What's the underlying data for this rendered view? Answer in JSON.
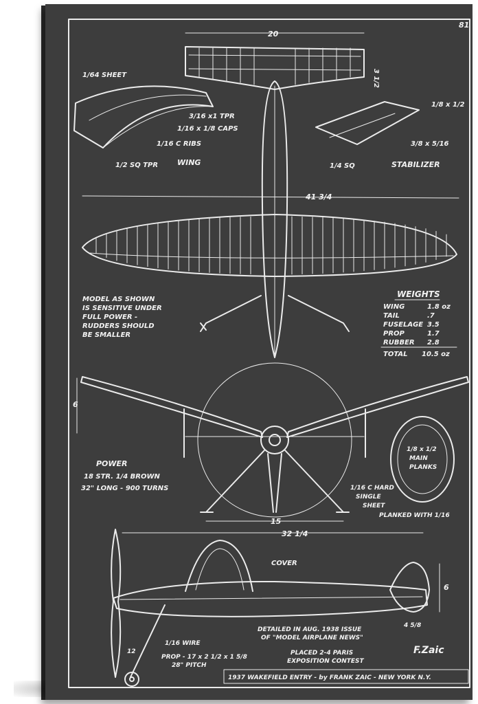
{
  "page_number": "81",
  "dims": {
    "span": "20",
    "stab_chord": "3 1/2",
    "wing_span": "41 3/4",
    "dihedral": "6",
    "tail_span": "15",
    "fuselage_len": "32 1/4",
    "fin_height": "6",
    "fin_chord": "4 5/8"
  },
  "wing_detail": {
    "sheet": "1/64 SHEET",
    "tpr": "3/16 x1 TPR",
    "caps": "1/16 x 1/8 CAPS",
    "ribs": "1/16 C RIBS",
    "sq_tpr": "1/2 SQ TPR",
    "title": "WING"
  },
  "stab_detail": {
    "top": "1/8 x 1/2",
    "mid": "3/8 x 5/16",
    "sq": "1/4 SQ",
    "title": "STABILIZER"
  },
  "note": [
    "MODEL AS SHOWN",
    "IS SENSITIVE UNDER",
    "FULL POWER -",
    "RUDDERS SHOULD",
    "BE SMALLER"
  ],
  "weights": {
    "title": "WEIGHTS",
    "rows": [
      {
        "label": "WING",
        "value": "1.8 oz"
      },
      {
        "label": "TAIL",
        "value": ".7"
      },
      {
        "label": "FUSELAGE",
        "value": "3.5"
      },
      {
        "label": "PROP",
        "value": "1.7"
      },
      {
        "label": "RUBBER",
        "value": "2.8"
      }
    ],
    "total_label": "TOTAL",
    "total_value": "10.5 oz"
  },
  "power": [
    "POWER",
    "18 STR. 1/4 BROWN",
    "32\" LONG - 900 TURNS"
  ],
  "section": {
    "main_planks": [
      "1/8 x 1/2",
      "MAIN",
      "PLANKS"
    ],
    "hard": [
      "1/16 C HARD",
      "SINGLE",
      "SHEET"
    ],
    "planked": "PLANKED WITH 1/16"
  },
  "cover": "COVER",
  "detailed": [
    "DETAILED IN AUG. 1938 ISSUE",
    "OF \"MODEL AIRPLANE NEWS\""
  ],
  "placed": [
    "PLACED 2-4 PARIS",
    "EXPOSITION CONTEST"
  ],
  "wire": "1/16 WIRE",
  "prop": [
    "PROP - 17 x 2 1/2 x 1 5/8",
    "28\" PITCH"
  ],
  "prop_num": "12",
  "signature": "F.Zaic",
  "footer": "1937 WAKEFIELD ENTRY - by FRANK ZAIC - NEW YORK N.Y."
}
